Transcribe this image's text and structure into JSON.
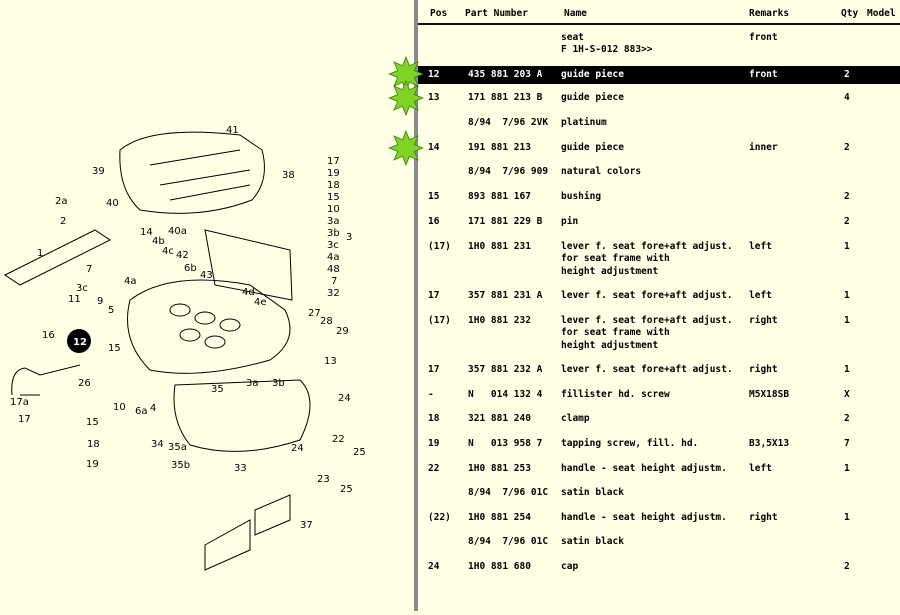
{
  "header": {
    "pos": "Pos",
    "part_number": "Part Number",
    "name": "Name",
    "remarks": "Remarks",
    "qty": "Qty",
    "model": "Model"
  },
  "rows": [
    {
      "pos": "",
      "part": "",
      "name": "seat\nF 1H-S-012 883>>",
      "remarks": "front",
      "qty": ""
    },
    {
      "pos": "12",
      "part": "435 881 203 A",
      "name": "guide piece",
      "remarks": "front",
      "qty": "2"
    },
    {
      "pos": "13",
      "part": "171 881 213 B",
      "name": "guide piece",
      "remarks": "",
      "qty": "4"
    },
    {
      "pos": "",
      "part": "8/94  7/96 2VK",
      "name": "platinum",
      "remarks": "",
      "qty": ""
    },
    {
      "pos": "14",
      "part": "191 881 213",
      "name": "guide piece",
      "remarks": "inner",
      "qty": "2"
    },
    {
      "pos": "",
      "part": "8/94  7/96 909",
      "name": "natural colors",
      "remarks": "",
      "qty": ""
    },
    {
      "pos": "15",
      "part": "893 881 167",
      "name": "bushing",
      "remarks": "",
      "qty": "2"
    },
    {
      "pos": "16",
      "part": "171 881 229 B",
      "name": "pin",
      "remarks": "",
      "qty": "2"
    },
    {
      "pos": "(17)",
      "part": "1H0 881 231",
      "name": "lever f. seat fore+aft adjust.\nfor seat frame with\nheight adjustment",
      "remarks": "left",
      "qty": "1"
    },
    {
      "pos": "17",
      "part": "357 881 231 A",
      "name": "lever f. seat fore+aft adjust.",
      "remarks": "left",
      "qty": "1"
    },
    {
      "pos": "(17)",
      "part": "1H0 881 232",
      "name": "lever f. seat fore+aft adjust.\nfor seat frame with\nheight adjustment",
      "remarks": "right",
      "qty": "1"
    },
    {
      "pos": "17",
      "part": "357 881 232 A",
      "name": "lever f. seat fore+aft adjust.",
      "remarks": "right",
      "qty": "1"
    },
    {
      "pos": "-",
      "part": "N   014 132 4",
      "name": "fillister hd. screw",
      "remarks": "M5X18SB",
      "qty": "X"
    },
    {
      "pos": "18",
      "part": "321 881 240",
      "name": "clamp",
      "remarks": "",
      "qty": "2"
    },
    {
      "pos": "19",
      "part": "N   013 958 7",
      "name": "tapping screw, fill. hd.",
      "remarks": "B3,5X13",
      "qty": "7"
    },
    {
      "pos": "22",
      "part": "1H0 881 253",
      "name": "handle - seat height adjustm.",
      "remarks": "left",
      "qty": "1"
    },
    {
      "pos": "",
      "part": "8/94  7/96 01C",
      "name": "satin black",
      "remarks": "",
      "qty": ""
    },
    {
      "pos": "(22)",
      "part": "1H0 881 254",
      "name": "handle - seat height adjustm.",
      "remarks": "right",
      "qty": "1"
    },
    {
      "pos": "",
      "part": "8/94  7/96 01C",
      "name": "satin black",
      "remarks": "",
      "qty": ""
    },
    {
      "pos": "24",
      "part": "1H0 881 680",
      "name": "cap",
      "remarks": "",
      "qty": "2"
    }
  ],
  "selected_row_index": 1,
  "marked_rows": [
    1,
    2,
    4
  ],
  "diagram": {
    "labels": [
      "41",
      "39",
      "38",
      "17",
      "19",
      "18",
      "15",
      "10",
      "3a",
      "3b",
      "3c",
      "3",
      "4a",
      "48",
      "7",
      "32",
      "2a",
      "2",
      "1",
      "40",
      "14",
      "4b",
      "4c",
      "40a",
      "42",
      "6b",
      "7",
      "4a",
      "43",
      "4d",
      "4e",
      "3c",
      "11",
      "9",
      "5",
      "16",
      "12",
      "15",
      "27",
      "28",
      "29",
      "13",
      "17a",
      "17",
      "26",
      "10",
      "6a",
      "4",
      "35",
      "3a",
      "3b",
      "24",
      "15",
      "18",
      "19",
      "34",
      "35a",
      "35b",
      "33",
      "24",
      "22",
      "25",
      "23",
      "25",
      "37"
    ],
    "highlight_label": "12"
  },
  "colors": {
    "background": "#ffffe6",
    "selected_row_bg": "#000000",
    "star_fill": "#7ed321",
    "divider": "#8a8a8a"
  }
}
